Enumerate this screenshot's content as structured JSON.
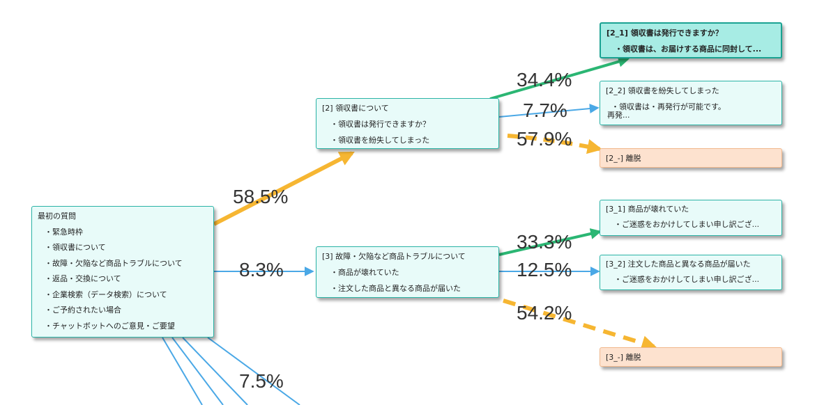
{
  "nodes": {
    "root": {
      "title": "最初の質問",
      "items": [
        "・緊急時枠",
        "・領収書について",
        "・故障・欠陥など商品トラブルについて",
        "・返品・交換について",
        "・企業検索（データ検索）について",
        "・ご予約されたい場合",
        "・チャットボットへのご意見・ご要望"
      ]
    },
    "n2": {
      "title": "[2] 領収書について",
      "items": [
        "・領収書は発行できますか？",
        "・領収書を紛失してしまった"
      ]
    },
    "n3": {
      "title": "[3] 故障・欠陥など商品トラブルについて",
      "items": [
        "・商品が壊れていた",
        "・注文した商品と異なる商品が届いた"
      ]
    },
    "n2_1": {
      "title": "[2_1] 領収書は発行できますか？",
      "items": [
        "・領収書は、お届けする商品に同封して..."
      ]
    },
    "n2_2": {
      "title": "[2_2] 領収書を紛失してしまった",
      "items": [
        "・領収書は・再発行が可能です。",
        "再発..."
      ]
    },
    "n2_exit": {
      "title": "[2_-] 離脱"
    },
    "n3_1": {
      "title": "[3_1] 商品が壊れていた",
      "items": [
        "・ご迷惑をおかけしてしまい申し訳ござ..."
      ]
    },
    "n3_2": {
      "title": "[3_2] 注文した商品と異なる商品が届いた",
      "items": [
        "・ご迷惑をおかけしてしまい申し訳ござ..."
      ]
    },
    "n3_exit": {
      "title": "[3_-] 離脱"
    }
  },
  "percentages": {
    "root_n2": "58.5%",
    "root_n3": "8.3%",
    "root_lower": "7.5%",
    "n2_n2_1": "34.4%",
    "n2_n2_2": "7.7%",
    "n2_exit": "57.9%",
    "n3_n3_1": "33.3%",
    "n3_n3_2": "12.5%",
    "n3_exit": "54.2%"
  },
  "colors": {
    "major_flow": "#f6b632",
    "minor_flow": "#4aa8e6",
    "top_answer": "#2bb673",
    "node_fill": "#e8fbf9",
    "node_border": "#2ab3a6",
    "selected_fill": "#a7ece4",
    "exit_fill": "#fde2cf"
  }
}
